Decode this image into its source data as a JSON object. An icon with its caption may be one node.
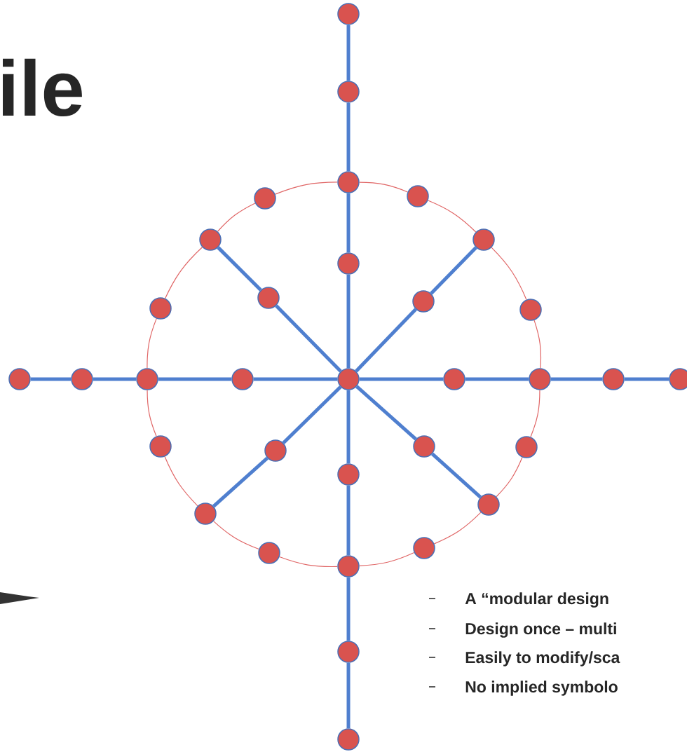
{
  "diagram": {
    "title": "ile",
    "nodes": [
      {
        "text": [],
        "shape": "circle"
      },
      {
        "text": [],
        "shape": "circle"
      },
      {
        "text": [],
        "shape": "circle"
      },
      {
        "text": [],
        "shape": "circle"
      },
      {
        "text": [],
        "shape": "circle"
      },
      {
        "text": [],
        "shape": "circle"
      },
      {
        "text": [],
        "shape": "circle"
      },
      {
        "text": [],
        "shape": "circle"
      },
      {
        "text": [],
        "shape": "circle"
      },
      {
        "text": [],
        "shape": "circle"
      },
      {
        "text": [],
        "shape": "circle"
      },
      {
        "text": [],
        "shape": "circle"
      },
      {
        "text": [],
        "shape": "circle"
      },
      {
        "text": [],
        "shape": "circle"
      },
      {
        "text": [],
        "shape": "circle"
      },
      {
        "text": [],
        "shape": "circle"
      },
      {
        "text": [],
        "shape": "circle"
      },
      {
        "text": [],
        "shape": "circle"
      },
      {
        "text": [],
        "shape": "circle"
      },
      {
        "text": [],
        "shape": "circle"
      },
      {
        "text": [],
        "shape": "circle"
      },
      {
        "text": [],
        "shape": "circle"
      },
      {
        "text": [],
        "shape": "circle"
      },
      {
        "text": [],
        "shape": "circle"
      },
      {
        "text": [],
        "shape": "circle"
      },
      {
        "text": [],
        "shape": "circle"
      },
      {
        "text": [],
        "shape": "circle"
      },
      {
        "text": [],
        "shape": "circle"
      },
      {
        "text": [],
        "shape": "circle"
      },
      {
        "text": [],
        "shape": "circle"
      },
      {
        "text": [],
        "shape": "circle"
      },
      {
        "text": [],
        "shape": "circle"
      },
      {
        "text": [],
        "shape": "circle"
      }
    ],
    "edges": [
      {
        "from": 0,
        "to": 1,
        "arrow": "none"
      },
      {
        "from": 1,
        "to": 2,
        "arrow": "none"
      },
      {
        "from": 2,
        "to": 7,
        "arrow": "none"
      },
      {
        "from": 7,
        "to": 16,
        "arrow": "none"
      },
      {
        "from": 16,
        "to": 25,
        "arrow": "none"
      },
      {
        "from": 25,
        "to": 30,
        "arrow": "none"
      },
      {
        "from": 30,
        "to": 31,
        "arrow": "none"
      },
      {
        "from": 31,
        "to": 32,
        "arrow": "none"
      },
      {
        "from": 12,
        "to": 13,
        "arrow": "none"
      },
      {
        "from": 13,
        "to": 14,
        "arrow": "none"
      },
      {
        "from": 14,
        "to": 15,
        "arrow": "none"
      },
      {
        "from": 15,
        "to": 16,
        "arrow": "none"
      },
      {
        "from": 16,
        "to": 17,
        "arrow": "none"
      },
      {
        "from": 17,
        "to": 18,
        "arrow": "none"
      },
      {
        "from": 18,
        "to": 19,
        "arrow": "none"
      },
      {
        "from": 19,
        "to": 20,
        "arrow": "none"
      },
      {
        "from": 5,
        "to": 8,
        "arrow": "none"
      },
      {
        "from": 8,
        "to": 16,
        "arrow": "none"
      },
      {
        "from": 6,
        "to": 9,
        "arrow": "none"
      },
      {
        "from": 9,
        "to": 16,
        "arrow": "none"
      },
      {
        "from": 16,
        "to": 22,
        "arrow": "none"
      },
      {
        "from": 22,
        "to": 26,
        "arrow": "none"
      },
      {
        "from": 16,
        "to": 23,
        "arrow": "none"
      },
      {
        "from": 23,
        "to": 27,
        "arrow": "none"
      },
      {
        "from": 2,
        "to": 4,
        "arrow": "none",
        "color": "#e06666"
      },
      {
        "from": 4,
        "to": 6,
        "arrow": "none",
        "color": "#e06666"
      },
      {
        "from": 6,
        "to": 11,
        "arrow": "none",
        "color": "#e06666"
      },
      {
        "from": 11,
        "to": 18,
        "arrow": "none",
        "color": "#e06666"
      },
      {
        "from": 18,
        "to": 24,
        "arrow": "none",
        "color": "#e06666"
      },
      {
        "from": 24,
        "to": 27,
        "arrow": "none",
        "color": "#e06666"
      },
      {
        "from": 27,
        "to": 29,
        "arrow": "none",
        "color": "#e06666"
      },
      {
        "from": 29,
        "to": 30,
        "arrow": "none",
        "color": "#e06666"
      },
      {
        "from": 30,
        "to": 28,
        "arrow": "none",
        "color": "#e06666"
      },
      {
        "from": 28,
        "to": 26,
        "arrow": "none",
        "color": "#e06666"
      },
      {
        "from": 26,
        "to": 21,
        "arrow": "none",
        "color": "#e06666"
      },
      {
        "from": 21,
        "to": 14,
        "arrow": "none",
        "color": "#e06666"
      },
      {
        "from": 14,
        "to": 10,
        "arrow": "none",
        "color": "#e06666"
      },
      {
        "from": 10,
        "to": 5,
        "arrow": "none",
        "color": "#e06666"
      },
      {
        "from": 5,
        "to": 3,
        "arrow": "none",
        "color": "#e06666"
      },
      {
        "from": 3,
        "to": 2,
        "arrow": "none",
        "color": "#e06666"
      }
    ],
    "labels": [
      "A “modular design",
      "Design once – multi",
      "Easily to modify/sca",
      "No implied symbolo"
    ]
  }
}
